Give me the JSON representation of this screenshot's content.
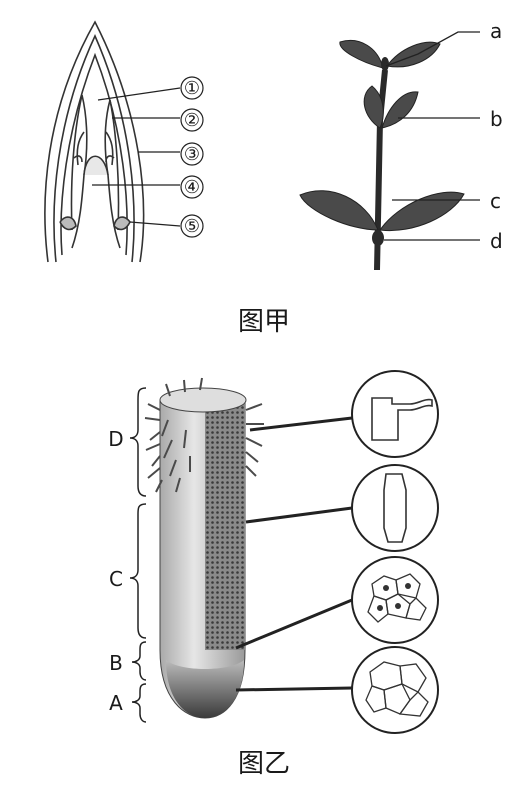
{
  "figure_jia": {
    "caption": "图甲",
    "bud_labels": [
      "①",
      "②",
      "③",
      "④",
      "⑤"
    ],
    "shoot_labels": [
      "a",
      "b",
      "c",
      "d"
    ]
  },
  "figure_yi": {
    "caption": "图乙",
    "zone_labels": [
      "D",
      "C",
      "B",
      "A"
    ]
  },
  "colors": {
    "ink": "#1a1a1a",
    "leaf": "#4a4a4a",
    "root_light": "#cfcfcf",
    "root_dark": "#555555"
  }
}
